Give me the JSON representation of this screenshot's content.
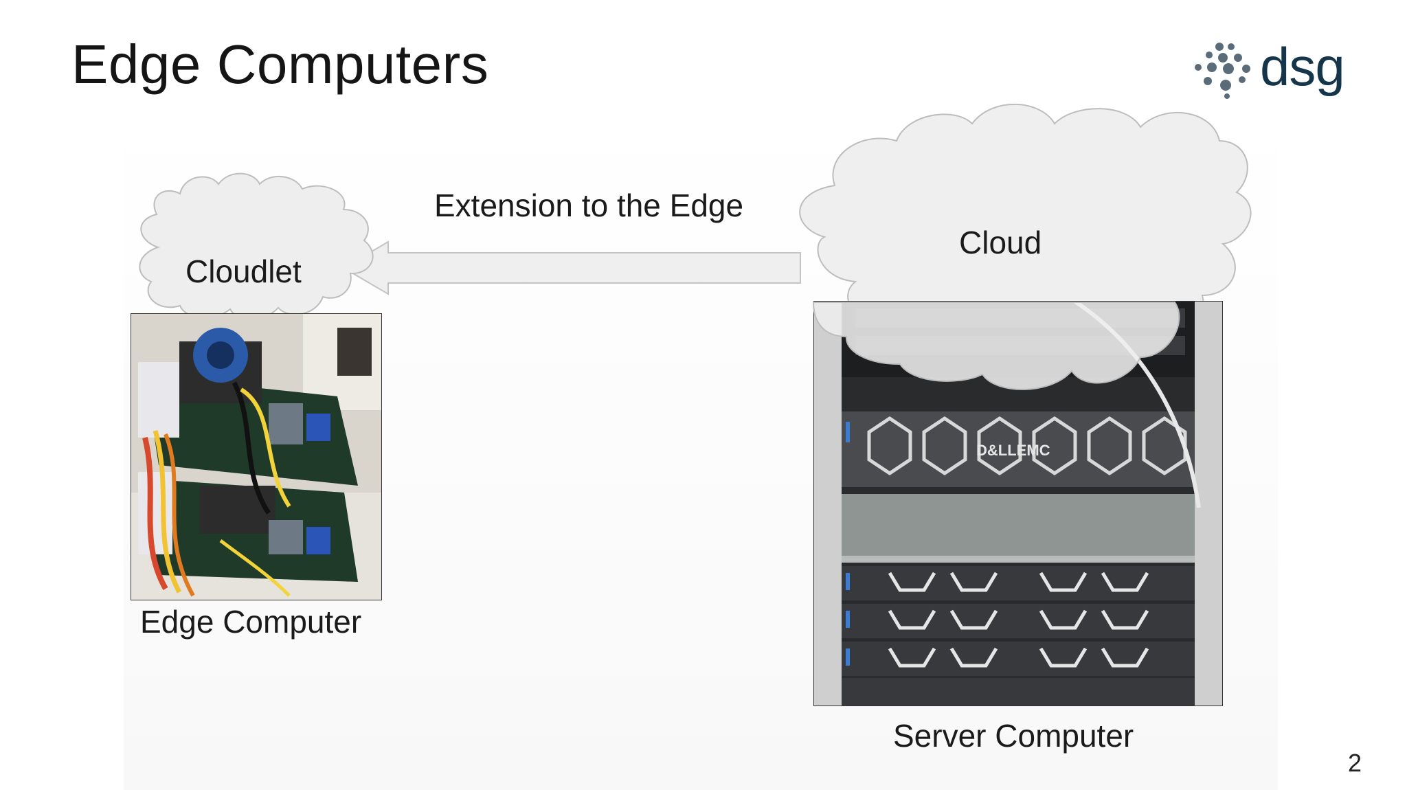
{
  "slide": {
    "title": "Edge Computers",
    "page_number": "2"
  },
  "logo": {
    "text": "dsg",
    "brand_color": "#14354a",
    "dot_color": "#5a6c7a"
  },
  "diagram": {
    "arrow_label": "Extension to the Edge",
    "cloud_label": "Cloud",
    "cloudlet_label": "Cloudlet",
    "edge_label": "Edge Computer",
    "server_label": "Server Computer",
    "server_brand": "D&LLEMC",
    "cloud_fill": "#eeeeee",
    "cloud_stroke": "#bdbdbd"
  }
}
